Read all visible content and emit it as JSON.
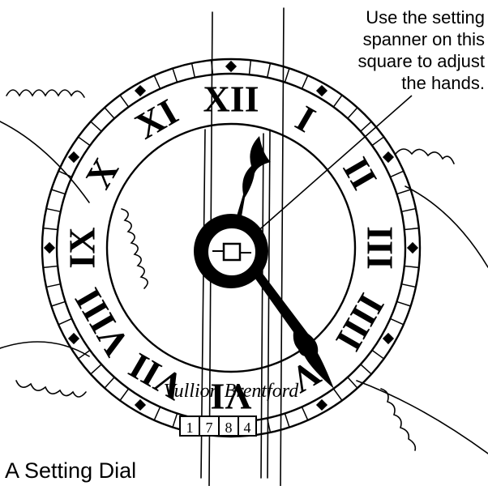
{
  "callout": {
    "line1": "Use the setting",
    "line2": "spanner on this",
    "line3": "square to adjust",
    "line4": "the hands."
  },
  "caption": "A Setting Dial",
  "dial": {
    "signature": "Vullion Brentford",
    "year_digits": [
      "1",
      "7",
      "8",
      "4"
    ],
    "hour_numerals": [
      "XII",
      "I",
      "II",
      "III",
      "IIII",
      "V",
      "VI",
      "VII",
      "VIII",
      "IX",
      "X",
      "XI"
    ]
  }
}
